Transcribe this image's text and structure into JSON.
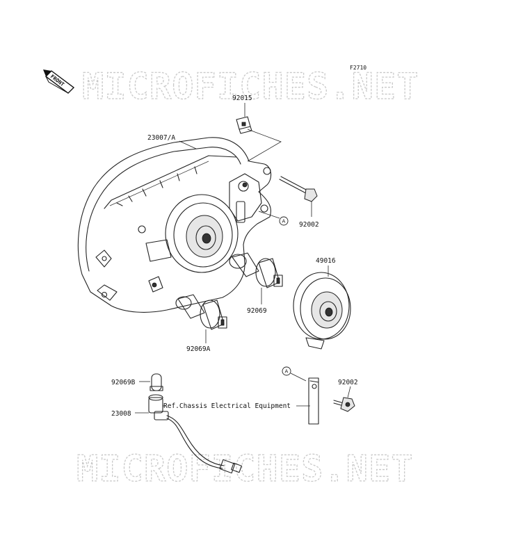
{
  "diagram": {
    "figure_code": "F2710",
    "front_label": "FRONT",
    "watermark": "MICROFICHES.NET",
    "ref_marker": "A",
    "ref_note": "Ref.Chassis Electrical Equipment",
    "parts": {
      "housing": "23007/A",
      "clip": "92015",
      "bolt_upper": "92002",
      "cap": "49016",
      "bulb_main": "92069",
      "bulb_secondary": "92069A",
      "bulb_small": "92069B",
      "socket": "23008",
      "bolt_lower": "92002"
    }
  }
}
